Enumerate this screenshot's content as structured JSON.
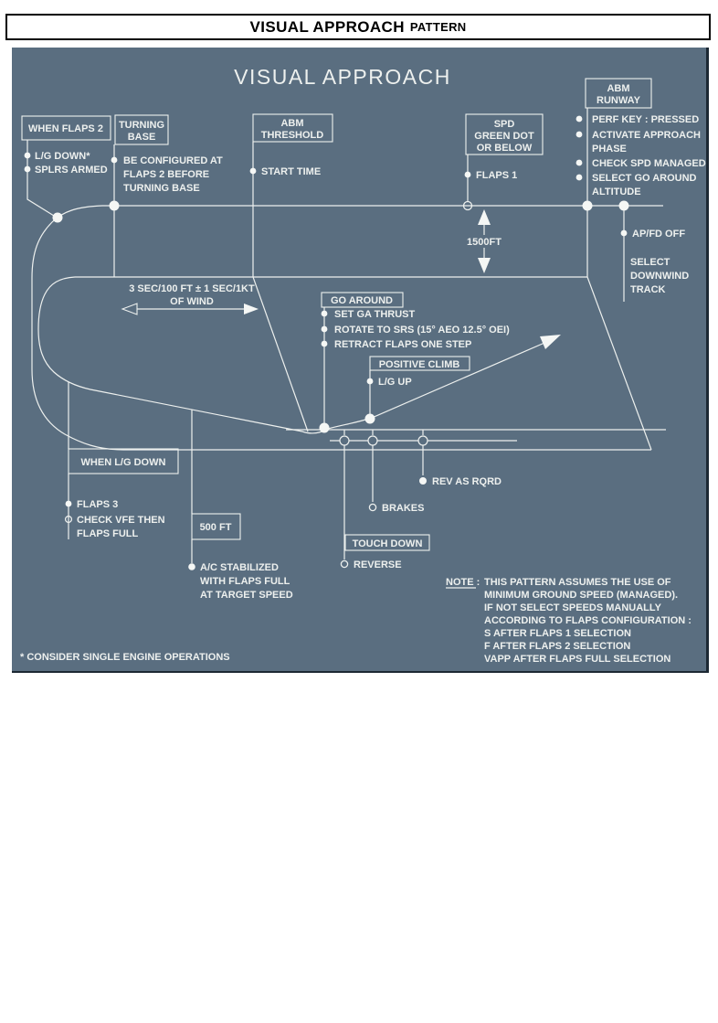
{
  "header": {
    "title_main": "VISUAL APPROACH",
    "title_suffix": "PATTERN"
  },
  "diagram": {
    "title": "VISUAL APPROACH",
    "colors": {
      "panel_bg": "#5a6e80",
      "ink": "#edf0ee",
      "page_bg": "#ffffff",
      "panel_edge": "#1c2833"
    },
    "boxes": {
      "when_flaps_2": {
        "label": "WHEN FLAPS 2"
      },
      "turning_base": {
        "line1": "TURNING",
        "line2": "BASE"
      },
      "abm_threshold": {
        "line1": "ABM",
        "line2": "THRESHOLD"
      },
      "spd_green_dot": {
        "line1": "SPD",
        "line2": "GREEN DOT",
        "line3": "OR BELOW"
      },
      "abm_runway": {
        "line1": "ABM",
        "line2": "RUNWAY"
      },
      "go_around": {
        "label": "GO AROUND"
      },
      "positive_climb": {
        "label": "POSITIVE CLIMB"
      },
      "when_lg_down": {
        "label": "WHEN L/G DOWN"
      },
      "alt_500ft": {
        "label": "500 FT"
      },
      "touch_down": {
        "label": "TOUCH DOWN"
      }
    },
    "annotations": {
      "when_flaps_2_items": [
        "L/G DOWN*",
        "SPLRS ARMED"
      ],
      "turning_base_item": [
        "BE CONFIGURED AT",
        "FLAPS 2 BEFORE",
        "TURNING BASE"
      ],
      "abm_threshold_item": "START TIME",
      "spd_item": "FLAPS 1",
      "abm_runway_items": [
        "PERF KEY : PRESSED",
        "ACTIVATE APPROACH",
        "PHASE",
        "CHECK SPD MANAGED",
        "SELECT GO AROUND",
        "ALTITUDE"
      ],
      "apfd_item": "AP/FD OFF",
      "downwind_track": [
        "SELECT",
        "DOWNWIND",
        "TRACK"
      ],
      "altitude_1500": "1500FT",
      "base_timing_line1": "3 SEC/100 FT  ± 1 SEC/1KT",
      "base_timing_line2": "OF WIND",
      "go_around_items": [
        "SET GA THRUST",
        "ROTATE TO SRS (15° AEO 12.5° OEI)",
        "RETRACT FLAPS ONE STEP"
      ],
      "positive_climb_item": "L/G UP",
      "when_lg_down_items": [
        "FLAPS 3",
        "CHECK VFE THEN",
        "FLAPS FULL"
      ],
      "stabilized_items": [
        "A/C STABILIZED",
        "WITH FLAPS FULL",
        "AT TARGET SPEED"
      ],
      "rev_as_rqrd": "REV AS RQRD",
      "brakes": "BRAKES",
      "reverse": "REVERSE",
      "footnote": "* CONSIDER SINGLE ENGINE OPERATIONS"
    },
    "note": {
      "label": "NOTE :",
      "lines": [
        "THIS PATTERN ASSUMES THE USE OF",
        "MINIMUM GROUND SPEED (MANAGED).",
        "IF NOT SELECT SPEEDS MANUALLY",
        "ACCORDING TO FLAPS CONFIGURATION :",
        "S AFTER FLAPS 1 SELECTION",
        "F AFTER FLAPS 2 SELECTION",
        "VAPP AFTER FLAPS FULL SELECTION"
      ]
    }
  }
}
